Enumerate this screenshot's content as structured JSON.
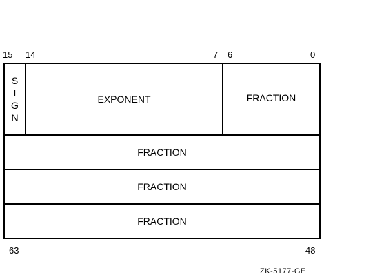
{
  "bit_labels": {
    "b15": "15",
    "b14": "14",
    "b7": "7",
    "b6": "6",
    "b0": "0",
    "b63": "63",
    "b48": "48"
  },
  "fields": {
    "sign": [
      "S",
      "I",
      "G",
      "N"
    ],
    "exponent": "EXPONENT",
    "fraction_top": "FRACTION",
    "fraction_row1": "FRACTION",
    "fraction_row2": "FRACTION",
    "fraction_row3": "FRACTION"
  },
  "figure_id": "ZK-5177-GE"
}
